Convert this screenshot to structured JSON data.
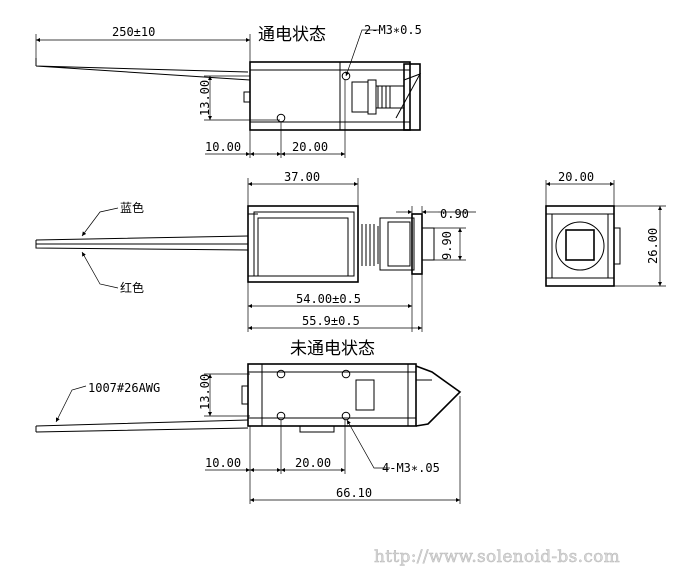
{
  "titles": {
    "energized": "通电状态",
    "de_energized": "未通电状态"
  },
  "labels": {
    "wire_blue": "蓝色",
    "wire_red": "红色",
    "wire_spec": "1007#26AWG",
    "screw_top": "2-M3∗0.5",
    "screw_bottom": "4-M3∗.05"
  },
  "dimensions": {
    "lead_length": "250±10",
    "height_top": "13.00",
    "left_top": "10.00",
    "hole_top": "20.00",
    "coil_length": "37.00",
    "plunger_gap": "0.90",
    "plunger_dia": "9.90",
    "body_length": "54.00±0.5",
    "total_length": "55.9±0.5",
    "end_width": "20.00",
    "end_height": "26.00",
    "height_bottom": "13.00",
    "left_bottom": "10.00",
    "hole_bottom": "20.00",
    "overall_bottom": "66.10"
  },
  "watermark": "http://www.solenoid-bs.com"
}
